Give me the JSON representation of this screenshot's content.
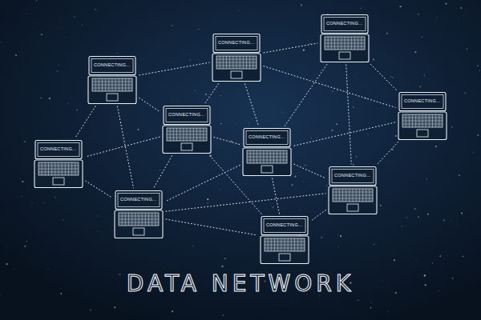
{
  "diagram": {
    "title": "DATA NETWORK",
    "nodes": [
      {
        "text": [
          "CONNECTING..."
        ]
      },
      {
        "text": [
          "CONNECTING..."
        ]
      },
      {
        "text": [
          "CONNECTING..."
        ]
      },
      {
        "text": [
          "CONNECTING..."
        ]
      },
      {
        "text": [
          "CONNECTING..."
        ]
      },
      {
        "text": [
          "CONNECTING..."
        ]
      },
      {
        "text": [
          "CONNECTING..."
        ]
      },
      {
        "text": [
          "CONNECTING..."
        ]
      },
      {
        "text": [
          "CONNECTING..."
        ]
      },
      {
        "text": [
          "CONNECTING..."
        ]
      }
    ],
    "edges": [
      {
        "from": 0,
        "to": 1,
        "arrow": "none"
      },
      {
        "from": 0,
        "to": 3,
        "arrow": "none"
      },
      {
        "from": 0,
        "to": 6,
        "arrow": "none"
      },
      {
        "from": 0,
        "to": 7,
        "arrow": "none"
      },
      {
        "from": 1,
        "to": 2,
        "arrow": "none"
      },
      {
        "from": 1,
        "to": 3,
        "arrow": "none"
      },
      {
        "from": 1,
        "to": 4,
        "arrow": "none"
      },
      {
        "from": 1,
        "to": 5,
        "arrow": "none"
      },
      {
        "from": 2,
        "to": 4,
        "arrow": "none"
      },
      {
        "from": 2,
        "to": 5,
        "arrow": "none"
      },
      {
        "from": 2,
        "to": 8,
        "arrow": "none"
      },
      {
        "from": 3,
        "to": 4,
        "arrow": "none"
      },
      {
        "from": 3,
        "to": 6,
        "arrow": "none"
      },
      {
        "from": 3,
        "to": 7,
        "arrow": "none"
      },
      {
        "from": 3,
        "to": 9,
        "arrow": "none"
      },
      {
        "from": 4,
        "to": 5,
        "arrow": "none"
      },
      {
        "from": 4,
        "to": 8,
        "arrow": "none"
      },
      {
        "from": 4,
        "to": 9,
        "arrow": "none"
      },
      {
        "from": 4,
        "to": 7,
        "arrow": "none"
      },
      {
        "from": 5,
        "to": 8,
        "arrow": "none"
      },
      {
        "from": 6,
        "to": 7,
        "arrow": "none"
      },
      {
        "from": 7,
        "to": 9,
        "arrow": "none"
      },
      {
        "from": 7,
        "to": 8,
        "arrow": "none"
      },
      {
        "from": 8,
        "to": 9,
        "arrow": "none"
      }
    ]
  }
}
